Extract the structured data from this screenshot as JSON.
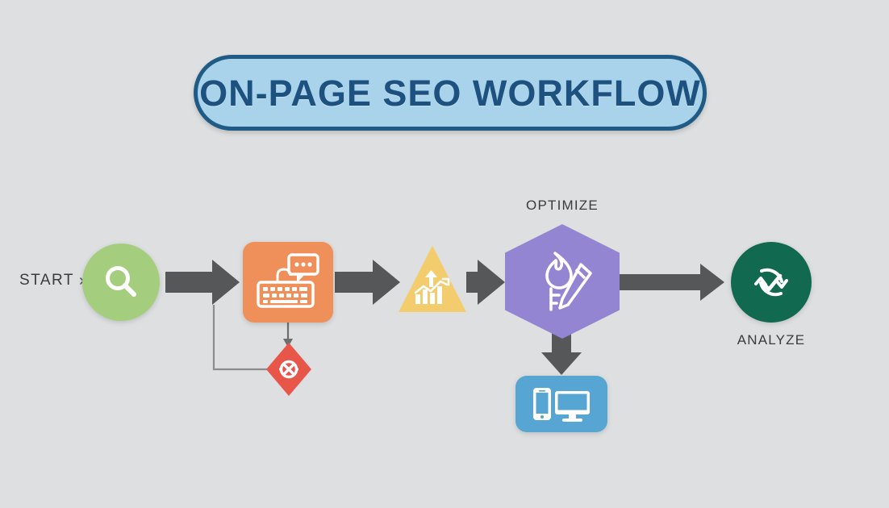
{
  "title": {
    "text": "ON-PAGE SEO WORKFLOW",
    "fill": "#a9d3ea",
    "border": "#1f5b85",
    "text_color": "#1d5180"
  },
  "background_color": "#dedfe0",
  "start": {
    "label": "START",
    "chevron": "›"
  },
  "nodes": [
    {
      "id": "keyword-research",
      "icon": "magnifier-icon",
      "shape": "circle",
      "color": "#a4ce7d",
      "label": ""
    },
    {
      "id": "content-writing",
      "icon": "keyboard-chat-icon",
      "shape": "rounded-square",
      "color": "#ef8f5a",
      "label": ""
    },
    {
      "id": "broken-link-check",
      "icon": "blocked-circle-icon",
      "shape": "diamond",
      "color": "#e8564a",
      "label": ""
    },
    {
      "id": "ranking-growth",
      "icon": "growth-chart-icon",
      "shape": "triangle",
      "color": "#f3cd6d",
      "label": ""
    },
    {
      "id": "optimize",
      "icon": "flame-pencil-icon",
      "shape": "hexagon",
      "color": "#9385d1",
      "label": "OPTIMIZE"
    },
    {
      "id": "responsive-devices",
      "icon": "phone-desktop-icon",
      "shape": "rounded-square",
      "color": "#57a5d3",
      "label": ""
    },
    {
      "id": "analyze",
      "icon": "refresh-check-icon",
      "shape": "circle",
      "color": "#11694f",
      "label": "ANALYZE"
    }
  ],
  "labels": {
    "optimize": "OPTIMIZE",
    "analyze": "ANALYZE"
  },
  "connectors": {
    "arrow_color": "#555759",
    "thin_line_color": "#8c8c8c"
  }
}
